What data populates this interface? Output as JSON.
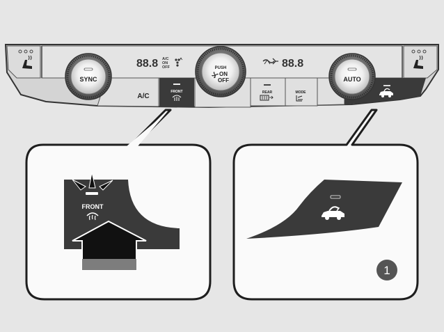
{
  "panel": {
    "left_seat_icon": "seat-heater-icon",
    "right_seat_icon": "seat-heater-icon",
    "sync_label": "SYNC",
    "left_temp_display": "88.8",
    "ac_on_off_line1": "A/C",
    "ac_on_off_line2": "ON",
    "ac_on_off_line3": "OFF",
    "push_label": "PUSH",
    "on_label": "ON",
    "off_label": "OFF",
    "right_temp_display": "88.8",
    "auto_label": "AUTO",
    "ac_button_label": "A/C",
    "front_label": "FRONT",
    "rear_label": "REAR",
    "mode_label": "MODE",
    "recirculation_icon": "recirculation-icon"
  },
  "callout_left": {
    "front_label": "FRONT",
    "defrost_icon": "front-defrost-icon"
  },
  "callout_right": {
    "recirculation_icon": "recirculation-icon",
    "marker_number": "1"
  },
  "colors": {
    "background": "#e6e6e6",
    "panel_dark": "#3a3a3a",
    "knob": "#6e6e6e",
    "indicator_amber": "#333333"
  }
}
